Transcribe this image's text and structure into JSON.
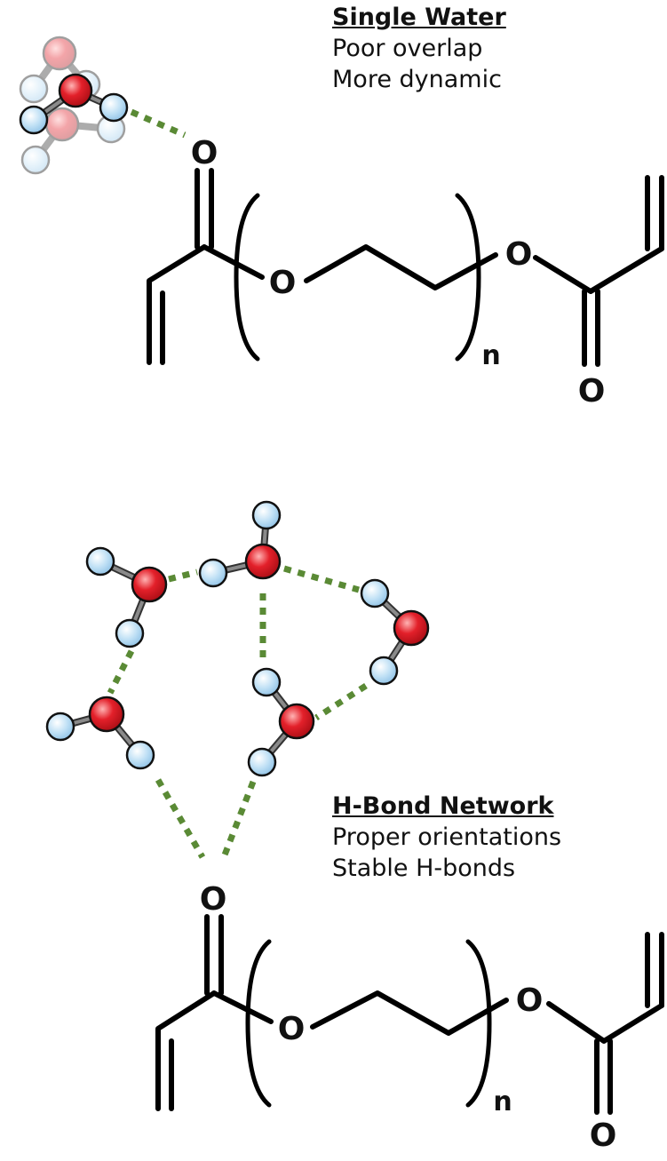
{
  "panels": [
    {
      "id": "single-water",
      "heading": "Single Water",
      "lines": [
        "Poor overlap",
        "More dynamic"
      ]
    },
    {
      "id": "h-bond-network",
      "heading": "H-Bond Network",
      "lines": [
        "Proper orientations",
        "Stable H-bonds"
      ]
    }
  ],
  "molecule": {
    "oxygen_symbol": "O",
    "repeat_subscript": "n"
  },
  "colors": {
    "oxygen": "#e3202a",
    "hydrogen": "#bfe0f5",
    "hbond": "#5a8a35",
    "bond": "#000000"
  }
}
